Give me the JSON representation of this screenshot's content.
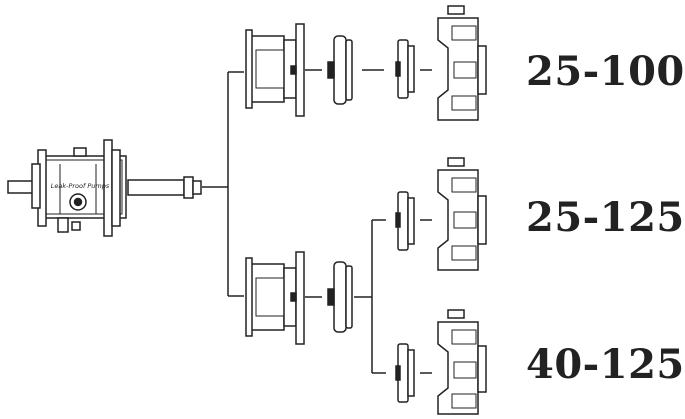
{
  "pump": {
    "brand_text": "Leak-Proof Pumps"
  },
  "models": [
    {
      "label": "25-100"
    },
    {
      "label": "25-125"
    },
    {
      "label": "40-125"
    }
  ],
  "colors": {
    "line": "#222222",
    "fill": "#ffffff",
    "shade": "#d9d9d9"
  }
}
